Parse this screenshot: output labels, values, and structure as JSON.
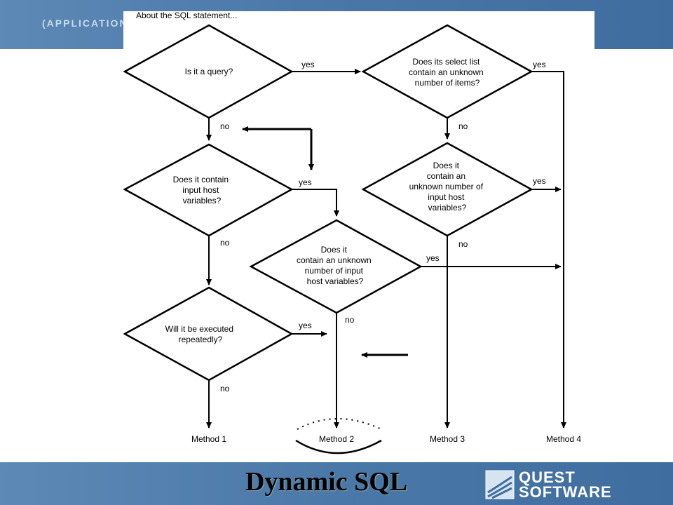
{
  "header": {
    "app_label": "(APPLICATION"
  },
  "diagram": {
    "heading": "About the SQL statement...",
    "decisions": {
      "is_query": [
        "Is it a query?"
      ],
      "contains_host_vars": [
        "Does it contain",
        "input host",
        "variables?"
      ],
      "executed_repeatedly": [
        "Will it be executed",
        "repeatedly?"
      ],
      "unknown_input_left": [
        "Does it",
        "contain an unknown",
        "number of input",
        "host variables?"
      ],
      "select_list": [
        "Does its select list",
        "contain an unknown",
        "number of items?"
      ],
      "unknown_input_right": [
        "Does it",
        "contain an",
        "unknown number of",
        "input host",
        "variables?"
      ]
    },
    "edge_labels": {
      "yes": "yes",
      "no": "no"
    },
    "methods": [
      "Method 1",
      "Method 2",
      "Method 3",
      "Method 4"
    ]
  },
  "footer": {
    "title": "Dynamic SQL",
    "logo_line1": "QUEST",
    "logo_line2": "SOFTWARE"
  },
  "colors": {
    "banner": "#4a78a8",
    "line": "#000000"
  }
}
